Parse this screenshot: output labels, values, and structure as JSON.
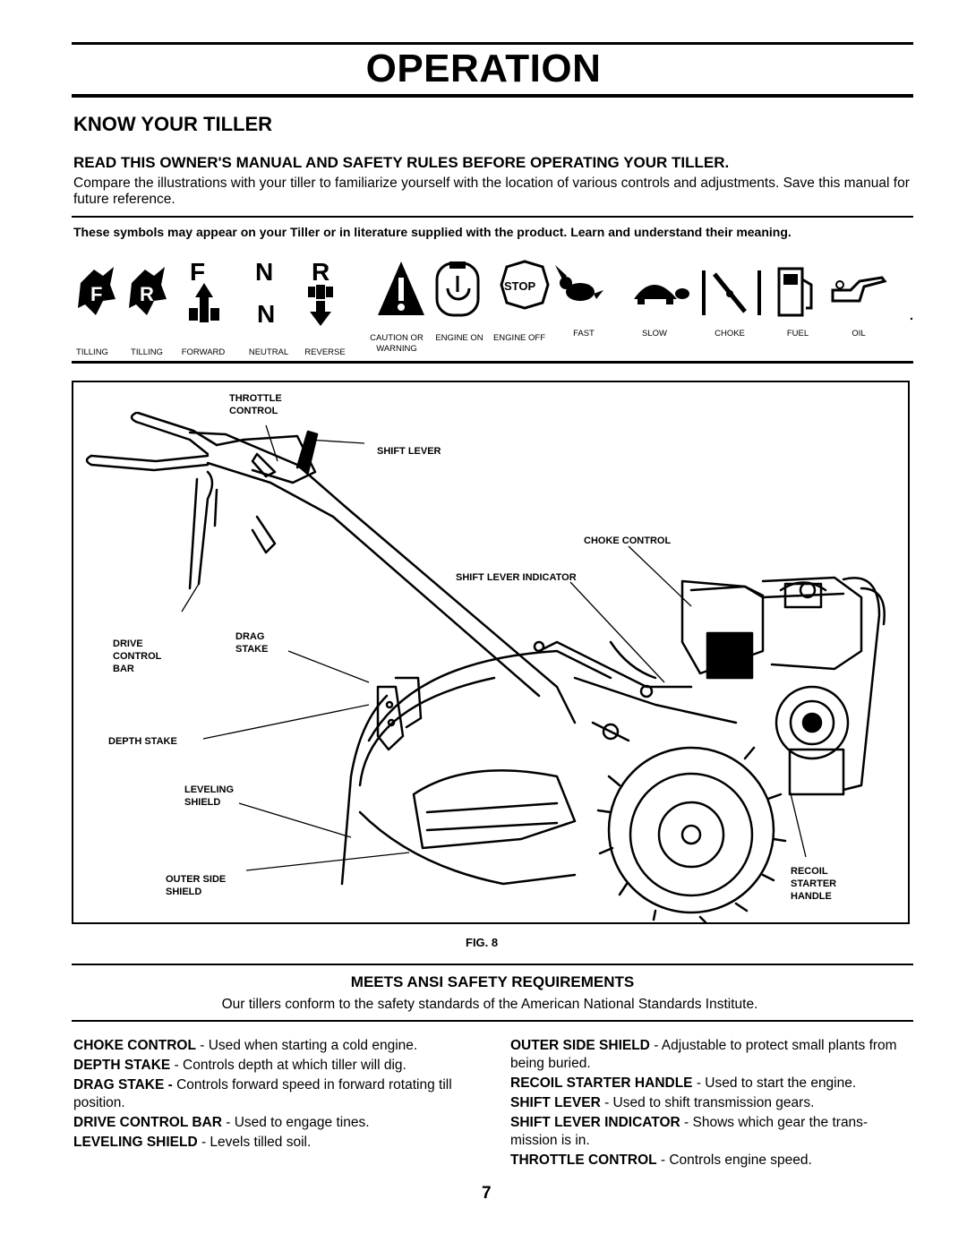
{
  "header": {
    "title": "OPERATION"
  },
  "section": {
    "heading": "KNOW YOUR TILLER",
    "subheading": "READ THIS OWNER'S MANUAL AND SAFETY RULES BEFORE OPERATING YOUR TILLER.",
    "intro": "Compare the illustrations with your tiller to familiarize yourself with the location of various controls and adjustments. Save this manual for future reference."
  },
  "symbols": {
    "note": "These symbols  may appear on your Tiller or in literature supplied with the product.  Learn and understand their meaning.",
    "items": [
      {
        "label": "TILLING",
        "icon": "tilling-forward-icon"
      },
      {
        "label": "TILLING",
        "icon": "tilling-reverse-icon"
      },
      {
        "label": "FORWARD",
        "icon": "forward-icon"
      },
      {
        "label": "NEUTRAL",
        "icon": "neutral-icon"
      },
      {
        "label": "REVERSE",
        "icon": "reverse-icon"
      },
      {
        "label": "CAUTION OR WARNING",
        "icon": "warning-icon"
      },
      {
        "label": "ENGINE ON",
        "icon": "engine-on-icon"
      },
      {
        "label": "ENGINE OFF",
        "icon": "engine-off-icon",
        "sign_text": "STOP"
      },
      {
        "label": "FAST",
        "icon": "rabbit-icon"
      },
      {
        "label": "SLOW",
        "icon": "turtle-icon"
      },
      {
        "label": "CHOKE",
        "icon": "choke-icon"
      },
      {
        "label": "FUEL",
        "icon": "fuel-icon"
      },
      {
        "label": "OIL",
        "icon": "oil-icon"
      }
    ],
    "letters": {
      "f": "F",
      "n1": "N",
      "r": "R",
      "n2": "N",
      "tilling_f": "F",
      "tilling_r": "R"
    }
  },
  "figure": {
    "caption": "FIG. 8",
    "callouts": {
      "throttle_control": "THROTTLE CONTROL",
      "shift_lever": "SHIFT LEVER",
      "choke_control": "CHOKE CONTROL",
      "shift_lever_indicator": "SHIFT LEVER INDICATOR",
      "drive_control_bar": "DRIVE CONTROL BAR",
      "drag_stake": "DRAG STAKE",
      "depth_stake": "DEPTH STAKE",
      "leveling_shield": "LEVELING SHIELD",
      "outer_side_shield": "OUTER SIDE SHIELD",
      "recoil_starter_handle": "RECOIL STARTER HANDLE"
    }
  },
  "ansi": {
    "heading": "MEETS ANSI SAFETY REQUIREMENTS",
    "text": "Our tillers conform to the safety standards of the American National Standards Institute."
  },
  "definitions_left": [
    {
      "term": "CHOKE CONTROL",
      "desc": " - Used  when starting a cold engine."
    },
    {
      "term": "DEPTH STAKE",
      "desc": " - Controls depth at which tiller will dig."
    },
    {
      "term": "DRAG STAKE -",
      "desc": " Controls forward speed in forward rotating till position."
    },
    {
      "term": "DRIVE CONTROL BAR",
      "desc": " - Used to engage tines."
    },
    {
      "term": "LEVELING SHIELD",
      "desc": " - Levels tilled soil."
    }
  ],
  "definitions_right": [
    {
      "term": "OUTER SIDE SHIELD",
      "desc": " - Adjustable to protect small plants from being buried."
    },
    {
      "term": "RECOIL STARTER HANDLE",
      "desc": " - Used to start the engine."
    },
    {
      "term": "SHIFT LEVER",
      "desc": " - Used to shift transmission gears."
    },
    {
      "term": "SHIFT LEVER INDICATOR",
      "desc": " - Shows which gear the trans-mission is in."
    },
    {
      "term": "THROTTLE CONTROL",
      "desc": " - Controls engine speed."
    }
  ],
  "footer": {
    "page_number": "7"
  }
}
